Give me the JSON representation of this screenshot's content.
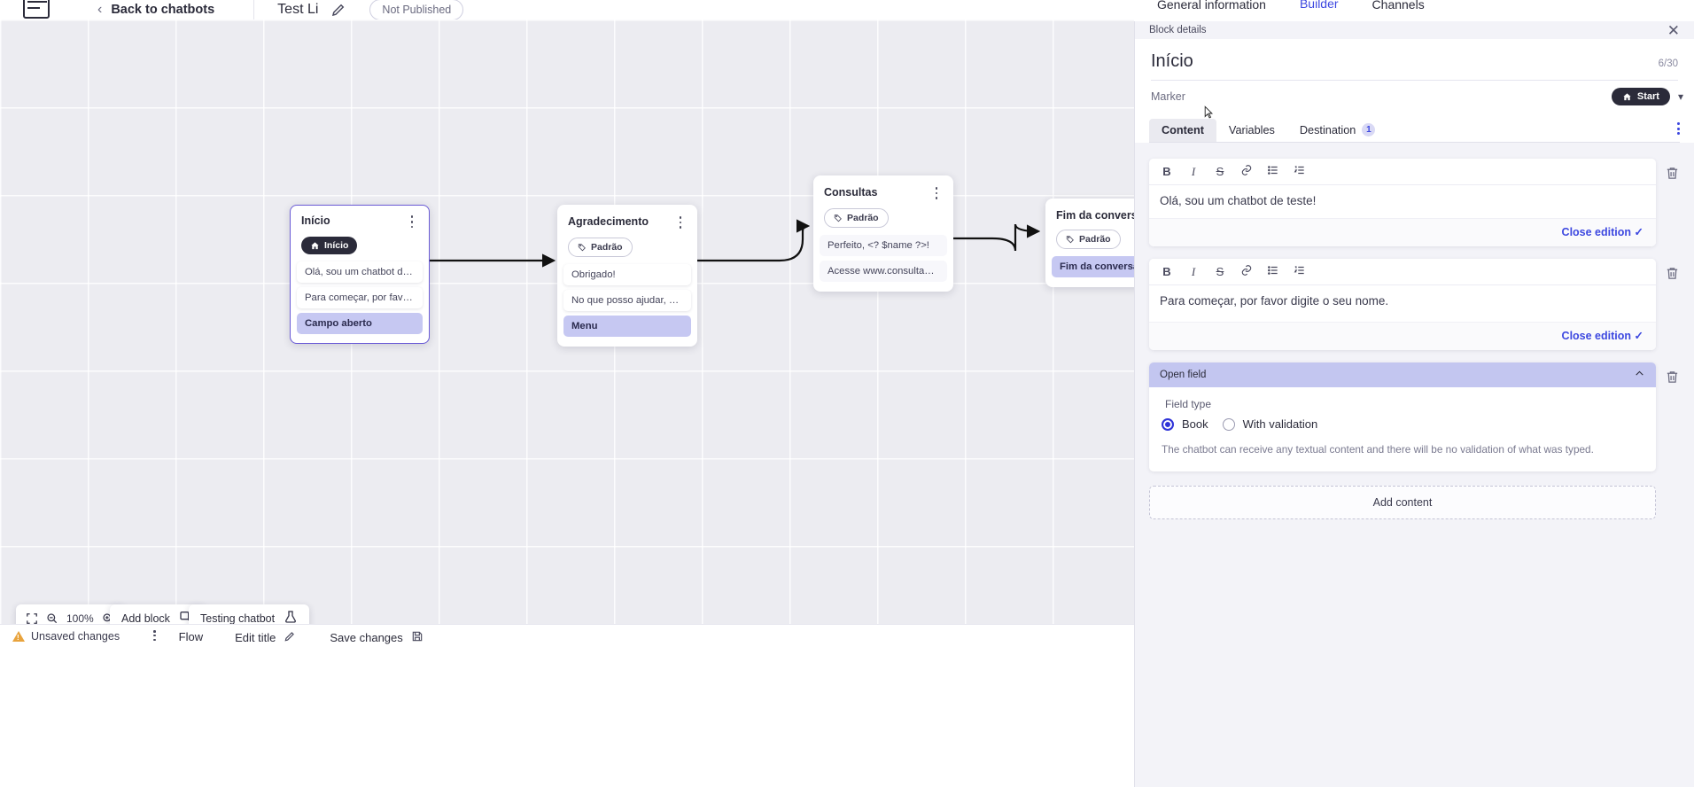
{
  "topbar": {
    "logo_icon": "app-logo-icon",
    "back_chevron_icon": "chevron-left-icon",
    "back_label": "Back to chatbots",
    "bot_title": "Test Li",
    "edit_icon": "pencil-icon",
    "publish_status": "Not Published"
  },
  "topnav": {
    "tabs": [
      {
        "label": "General information",
        "active": false
      },
      {
        "label": "Builder",
        "active": true
      },
      {
        "label": "Channels",
        "active": false
      }
    ]
  },
  "canvas": {
    "nodes": [
      {
        "title": "Início",
        "tag": "Início",
        "tag_style": "dark",
        "tag_icon": "home-icon",
        "kebab_icon": "kebab-menu-icon",
        "selected": true,
        "rows": [
          {
            "text": "Olá, sou um chatbot de teste!",
            "style": "card"
          },
          {
            "text": "Para começar, por favor digite o ...",
            "style": "card"
          },
          {
            "text": "Campo aberto",
            "style": "highlight"
          }
        ]
      },
      {
        "title": "Agradecimento",
        "tag": "Padrão",
        "tag_style": "light",
        "tag_icon": "tag-icon",
        "kebab_icon": "kebab-menu-icon",
        "selected": false,
        "rows": [
          {
            "text": "Obrigado!",
            "style": "card"
          },
          {
            "text": "No que posso ajudar, <? $name ...",
            "style": "card"
          },
          {
            "text": "Menu",
            "style": "highlight"
          }
        ]
      },
      {
        "title": "Consultas",
        "tag": "Padrão",
        "tag_style": "light",
        "tag_icon": "tag-icon",
        "kebab_icon": "kebab-menu-icon",
        "selected": false,
        "rows": [
          {
            "text": "Perfeito, <? $name ?>!",
            "style": "plain"
          },
          {
            "text": "Acesse www.consultas.com par...",
            "style": "plain"
          }
        ]
      },
      {
        "title": "Fim da conversa",
        "tag": "Padrão",
        "tag_style": "light",
        "tag_icon": "tag-icon",
        "kebab_icon": "kebab-menu-icon",
        "selected": false,
        "rows": [
          {
            "text": "Fim da conversa",
            "style": "highlight"
          }
        ]
      }
    ],
    "toolbar": {
      "fit_icon": "fit-screen-icon",
      "zoom_out_icon": "zoom-out-icon",
      "zoom_level": "100%",
      "zoom_in_icon": "zoom-in-icon",
      "add_block_label": "Add block",
      "add_block_icon": "add-block-icon",
      "testing_label": "Testing chatbot",
      "testing_icon": "flask-icon"
    }
  },
  "footer": {
    "warning_icon": "warning-triangle-icon",
    "unsaved_label": "Unsaved changes",
    "kebab_icon": "kebab-menu-icon",
    "flow_label": "Flow",
    "edit_title_label": "Edit title",
    "edit_title_icon": "pencil-icon",
    "save_label": "Save changes",
    "save_icon": "save-icon"
  },
  "panel": {
    "bar_label": "Block details",
    "close_icon": "close-icon",
    "title": "Início",
    "char_count": "6/30",
    "marker_label": "Marker",
    "marker_value": "Start",
    "marker_icon": "home-icon",
    "marker_chevron_icon": "chevron-down-icon",
    "tabs": [
      {
        "label": "Content",
        "active": true,
        "badge": ""
      },
      {
        "label": "Variables",
        "active": false,
        "badge": ""
      },
      {
        "label": "Destination",
        "active": false,
        "badge": "1"
      }
    ],
    "tabs_kebab_icon": "kebab-menu-icon",
    "editor_toolbar": {
      "bold": "B",
      "italic": "I",
      "strike": "S",
      "link_icon": "link-icon",
      "bullet_list_icon": "bullet-list-icon",
      "numbered_list_icon": "numbered-list-icon"
    },
    "editors": [
      {
        "text": "Olá, sou um chatbot de teste!",
        "close_label": "Close edition",
        "check_icon": "check-icon",
        "delete_icon": "trash-icon"
      },
      {
        "text": "Para começar, por favor digite o seu nome.",
        "close_label": "Close edition",
        "check_icon": "check-icon",
        "delete_icon": "trash-icon"
      }
    ],
    "open_field": {
      "header": "Open field",
      "collapse_icon": "chevron-up-icon",
      "delete_icon": "trash-icon",
      "field_type_label": "Field type",
      "options": [
        {
          "label": "Book",
          "selected": true
        },
        {
          "label": "With validation",
          "selected": false
        }
      ],
      "help_text": "The chatbot can receive any textual content and there will be no validation of what was typed."
    },
    "add_content_label": "Add content"
  },
  "colors": {
    "accent": "#3d48e0",
    "radio_selected": "#2f33d8",
    "node_selected_border": "#6a5bd6",
    "highlight_row": "#c6c8f2",
    "open_field_header": "#c3c6f0",
    "warning": "#e8a33d"
  }
}
